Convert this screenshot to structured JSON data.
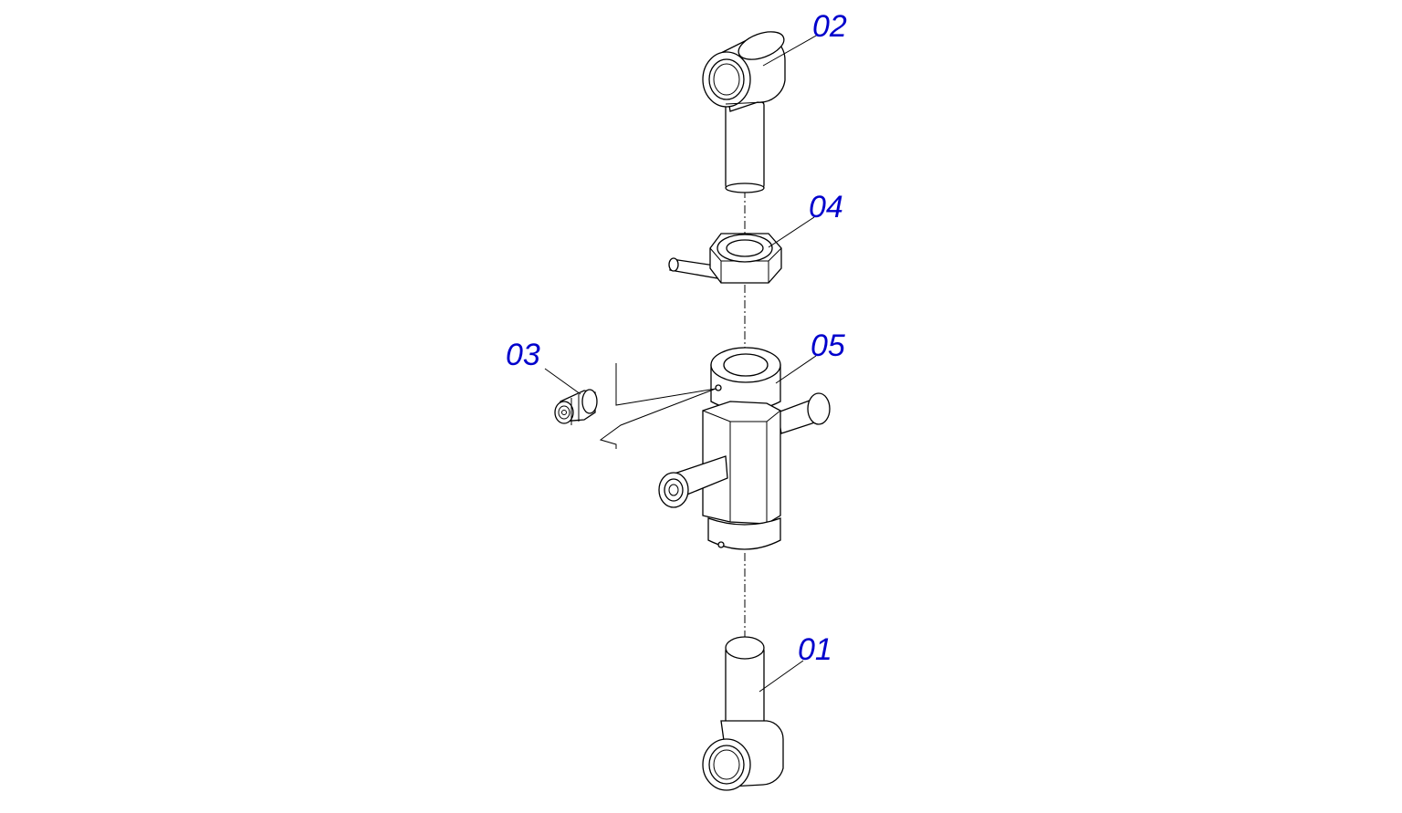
{
  "diagram": {
    "parts": [
      {
        "id": "01",
        "label": "01"
      },
      {
        "id": "02",
        "label": "02"
      },
      {
        "id": "03",
        "label": "03"
      },
      {
        "id": "04",
        "label": "04"
      },
      {
        "id": "05",
        "label": "05"
      }
    ],
    "colors": {
      "label": "#0000cc",
      "line": "#000000",
      "background": "#ffffff"
    }
  }
}
